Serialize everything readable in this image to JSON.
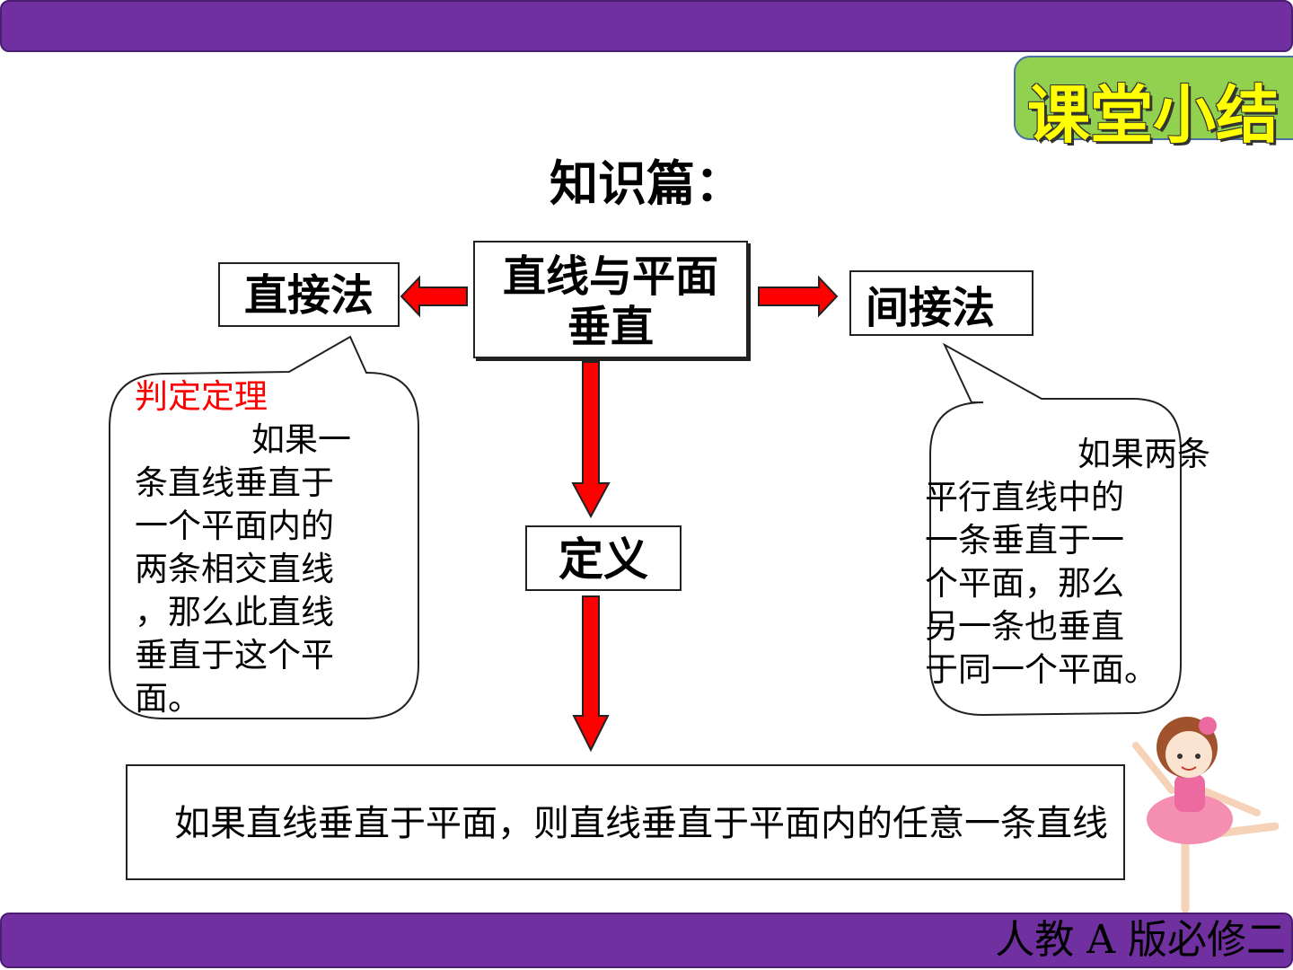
{
  "header": {
    "badge_label": "课堂小结"
  },
  "title": "知识篇：",
  "center_box": {
    "line1": "直线与平面",
    "line2": "垂直"
  },
  "left_box": "直接法",
  "right_box": "间接法",
  "definition_box": "定义",
  "left_callout": {
    "label": "判定定理",
    "lines": [
      "如果一",
      "条直线垂直于",
      "一个平面内的",
      "两条相交直线",
      "，那么此直线",
      "垂直于这个平",
      "面。"
    ]
  },
  "right_callout": {
    "lines": [
      "如果两条",
      "平行直线中的",
      "一条垂直于一",
      "个平面，那么",
      "另一条也垂直",
      "于同一个平面。"
    ]
  },
  "bottom_statement": "如果直线垂直于平面，则直线垂直于平面内的任意一条直线",
  "footer": "人教 A 版必修二",
  "colors": {
    "bar": "#7030a0",
    "badge_bg": "#92d050",
    "badge_text": "#ffff00",
    "arrow": "#ff0000",
    "label_red": "#ff0000"
  }
}
